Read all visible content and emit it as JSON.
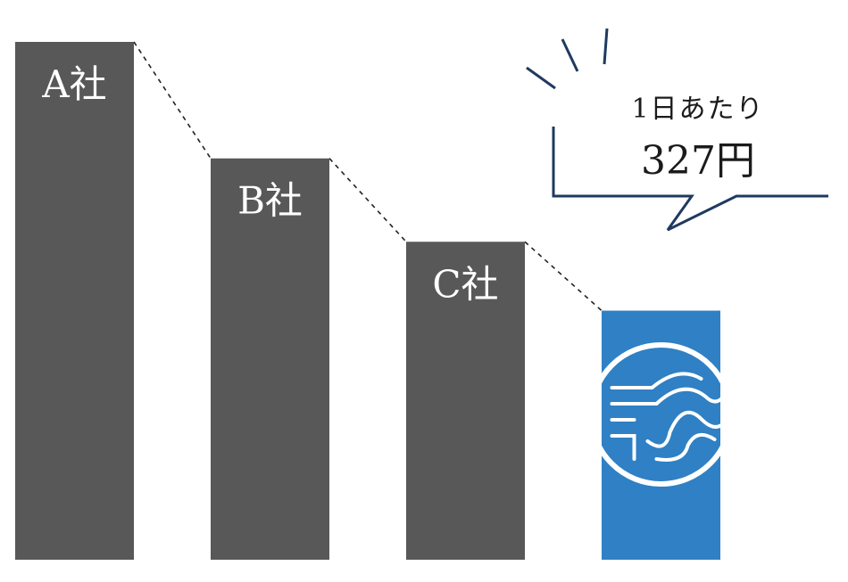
{
  "chart_data": {
    "type": "bar",
    "categories": [
      "A社",
      "B社",
      "C社",
      ""
    ],
    "values": [
      100,
      77.5,
      61.4,
      48.1
    ],
    "ylim": [
      0,
      100
    ],
    "grid": false,
    "legend": "none",
    "colors": {
      "competitor": "#575857",
      "highlight": "#2f80c4",
      "callout": "#1f3a5f",
      "connector": "#222222"
    },
    "highlight_index": 3,
    "highlight_icon": "wave-logo-icon",
    "annotation": {
      "line1": "1日あたり",
      "line2": "327円"
    }
  }
}
